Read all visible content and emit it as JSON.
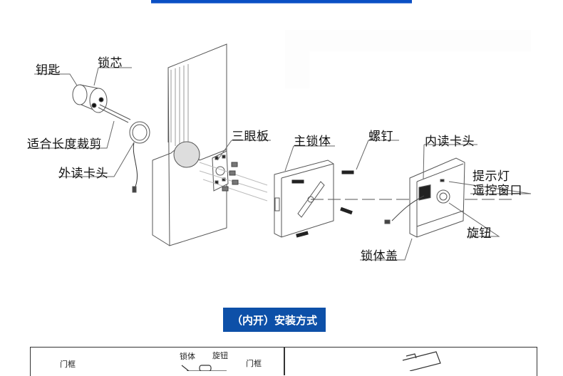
{
  "diagram": {
    "labels": {
      "key": "钥匙",
      "lock_cylinder": "锁芯",
      "cut_to_length": "适合长度裁剪",
      "outer_reader": "外读卡头",
      "three_hole_plate": "三眼板",
      "main_lock_body": "主锁体",
      "screw": "螺钉",
      "inner_reader": "内读卡头",
      "indicator_light": "提示灯",
      "remote_window": "遥控窗口",
      "knob": "旋钮",
      "lock_cover": "锁体盖"
    }
  },
  "section": {
    "title": "（内开）安装方式"
  },
  "install_panel": {
    "labels": {
      "door_frame_left": "门框",
      "lock_body": "锁体",
      "knob": "旋钮",
      "door_frame_right": "门框"
    }
  },
  "colors": {
    "accent_blue": "#0a4fc4",
    "title_blue": "#0d50a8"
  }
}
